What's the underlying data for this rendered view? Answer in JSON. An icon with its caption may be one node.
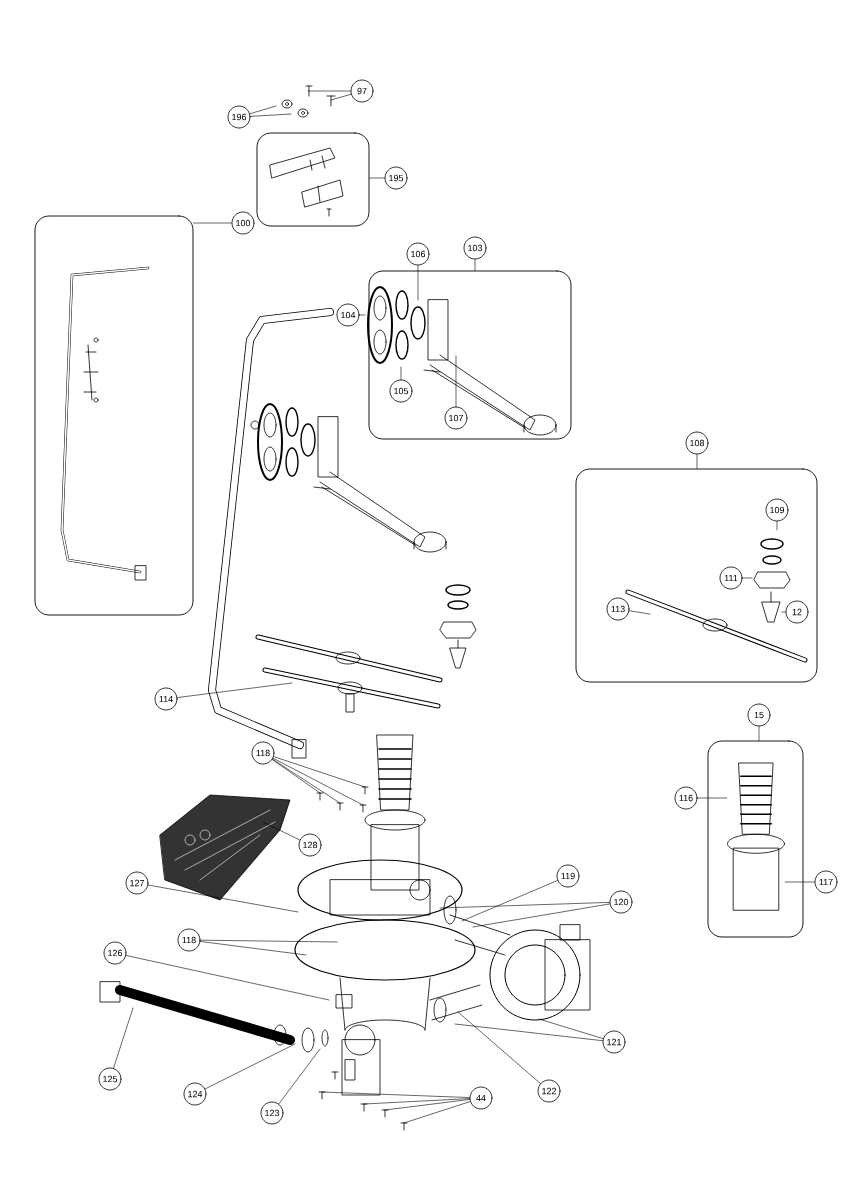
{
  "diagram": {
    "nodes": [
      {
        "text": [
          "97"
        ]
      },
      {
        "text": [
          "196"
        ]
      },
      {
        "text": [],
        "shape": "box"
      },
      {
        "text": [
          "195"
        ]
      },
      {
        "text": [],
        "shape": "box"
      },
      {
        "text": [
          "100"
        ]
      },
      {
        "text": [
          "103"
        ]
      },
      {
        "text": [
          "106"
        ]
      },
      {
        "text": [],
        "shape": "box"
      },
      {
        "text": [
          "104"
        ]
      },
      {
        "text": [
          "105"
        ],
        "in": 8
      },
      {
        "text": [
          "107"
        ],
        "in": 8
      },
      {
        "text": [
          "108"
        ]
      },
      {
        "text": [],
        "shape": "box"
      },
      {
        "text": [
          "109"
        ],
        "in": 13
      },
      {
        "text": [
          "111"
        ],
        "in": 13
      },
      {
        "text": [
          "12"
        ],
        "in": 13
      },
      {
        "text": [
          "113"
        ],
        "in": 13
      },
      {
        "text": [
          "114"
        ]
      },
      {
        "text": [
          "15"
        ]
      },
      {
        "text": [],
        "shape": "box"
      },
      {
        "text": [
          "116"
        ]
      },
      {
        "text": [
          "117"
        ]
      },
      {
        "text": [
          "118"
        ]
      },
      {
        "text": [
          "128"
        ]
      },
      {
        "text": [
          "127"
        ]
      },
      {
        "text": [
          "119"
        ]
      },
      {
        "text": [
          "120"
        ]
      },
      {
        "text": [
          "118"
        ]
      },
      {
        "text": [
          "126"
        ]
      },
      {
        "text": [
          "125"
        ]
      },
      {
        "text": [
          "124"
        ]
      },
      {
        "text": [
          "123"
        ]
      },
      {
        "text": [
          "122"
        ]
      },
      {
        "text": [
          "121"
        ]
      },
      {
        "text": [
          "44"
        ]
      },
      {
        "text": [],
        "shape": "picture",
        "in": 20
      }
    ],
    "edges": [
      {
        "from": 0,
        "to": null,
        "arrow": "none"
      },
      {
        "from": 0,
        "to": null,
        "arrow": "none"
      },
      {
        "from": 1,
        "to": null,
        "arrow": "none"
      },
      {
        "from": 1,
        "to": null,
        "arrow": "none"
      },
      {
        "from": 3,
        "to": 2,
        "arrow": "none"
      },
      {
        "from": 5,
        "to": 4,
        "arrow": "none"
      },
      {
        "from": 6,
        "to": 8,
        "arrow": "none"
      },
      {
        "from": 7,
        "to": null,
        "arrow": "none"
      },
      {
        "from": 9,
        "to": null,
        "arrow": "none"
      },
      {
        "from": 10,
        "to": null,
        "arrow": "none"
      },
      {
        "from": 11,
        "to": null,
        "arrow": "none"
      },
      {
        "from": 12,
        "to": 13,
        "arrow": "none"
      },
      {
        "from": 14,
        "to": null,
        "arrow": "none"
      },
      {
        "from": 15,
        "to": null,
        "arrow": "none"
      },
      {
        "from": 16,
        "to": null,
        "arrow": "none"
      },
      {
        "from": 17,
        "to": null,
        "arrow": "none"
      },
      {
        "from": 18,
        "to": null,
        "arrow": "none"
      },
      {
        "from": 19,
        "to": 20,
        "arrow": "none"
      },
      {
        "from": 21,
        "to": 36,
        "arrow": "none"
      },
      {
        "from": 22,
        "to": 36,
        "arrow": "none"
      },
      {
        "from": 23,
        "to": null,
        "arrow": "none"
      },
      {
        "from": 23,
        "to": null,
        "arrow": "none"
      },
      {
        "from": 23,
        "to": null,
        "arrow": "none"
      },
      {
        "from": 23,
        "to": null,
        "arrow": "none"
      },
      {
        "from": 24,
        "to": null,
        "arrow": "none"
      },
      {
        "from": 25,
        "to": null,
        "arrow": "none"
      },
      {
        "from": 26,
        "to": null,
        "arrow": "none"
      },
      {
        "from": 27,
        "to": null,
        "arrow": "none"
      },
      {
        "from": 27,
        "to": null,
        "arrow": "none"
      },
      {
        "from": 28,
        "to": null,
        "arrow": "none"
      },
      {
        "from": 28,
        "to": null,
        "arrow": "none"
      },
      {
        "from": 29,
        "to": null,
        "arrow": "none"
      },
      {
        "from": 30,
        "to": null,
        "arrow": "none"
      },
      {
        "from": 31,
        "to": null,
        "arrow": "none"
      },
      {
        "from": 32,
        "to": null,
        "arrow": "none"
      },
      {
        "from": 33,
        "to": null,
        "arrow": "none"
      },
      {
        "from": 34,
        "to": null,
        "arrow": "none"
      },
      {
        "from": 34,
        "to": null,
        "arrow": "none"
      },
      {
        "from": 35,
        "to": null,
        "arrow": "none"
      },
      {
        "from": 35,
        "to": null,
        "arrow": "none"
      },
      {
        "from": 35,
        "to": null,
        "arrow": "none"
      },
      {
        "from": 35,
        "to": null,
        "arrow": "none"
      }
    ]
  }
}
